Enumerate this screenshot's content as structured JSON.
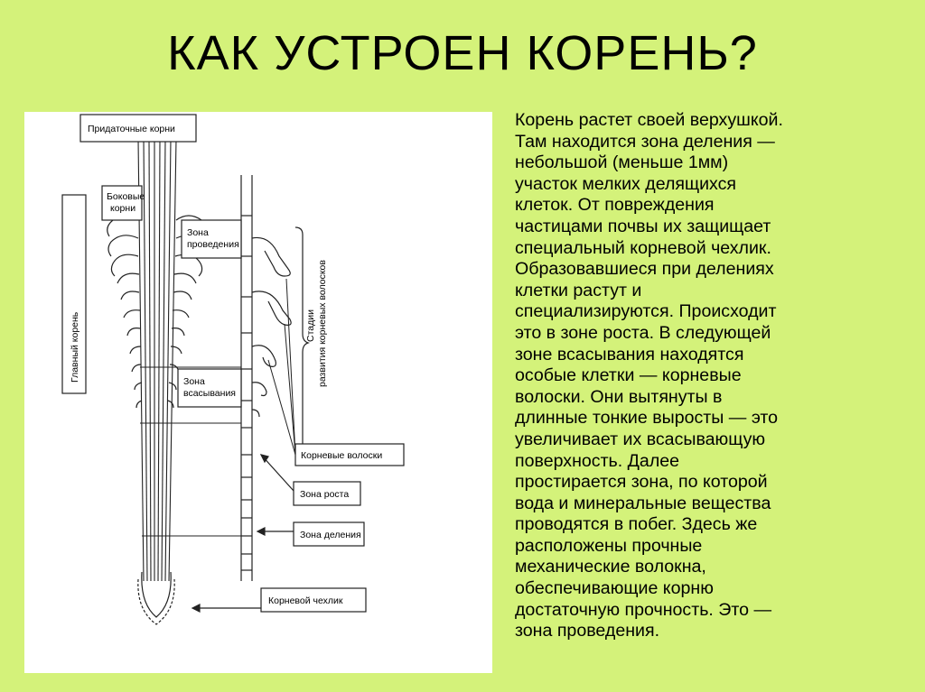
{
  "slide": {
    "title": "КАК УСТРОЕН КОРЕНЬ?",
    "background_color": "#d4f27a"
  },
  "diagram": {
    "labels": {
      "adventitious_roots": "Придаточные корни",
      "lateral_roots_1": "Боковые",
      "lateral_roots_2": "корни",
      "main_root": "Главный корень",
      "conduction_zone_1": "Зона",
      "conduction_zone_2": "проведения",
      "absorption_zone_1": "Зона",
      "absorption_zone_2": "всасывания",
      "hair_stages_1": "Стадии",
      "hair_stages_2": "развития корневых волосков",
      "root_hairs": "Корневые волоски",
      "growth_zone": "Зона роста",
      "division_zone": "Зона деления",
      "root_cap": "Корневой чехлик"
    }
  },
  "text": {
    "lines": [
      "Корень растет своей верхушкой.",
      "Там находится зона деления —",
      "небольшой (меньше 1мм)",
      "участок мелких делящихся",
      "клеток. От повреждения",
      "частицами почвы их защищает",
      "специальный корневой чехлик.",
      "Образовавшиеся при делениях",
      "клетки растут и",
      "специализируются. Происходит",
      "это в зоне роста. В следующей",
      "зоне всасывания находятся",
      "особые клетки — корневые",
      "волоски. Они вытянуты в",
      "длинные тонкие выросты — это",
      "увеличивает их всасывающую",
      "поверхность. Далее",
      "простирается зона, по которой",
      "вода и минеральные вещества",
      "проводятся в побег. Здесь же",
      "расположены прочные",
      "механические волокна,",
      "обеспечивающие корню",
      "достаточную прочность. Это —",
      "зона проведения."
    ]
  }
}
